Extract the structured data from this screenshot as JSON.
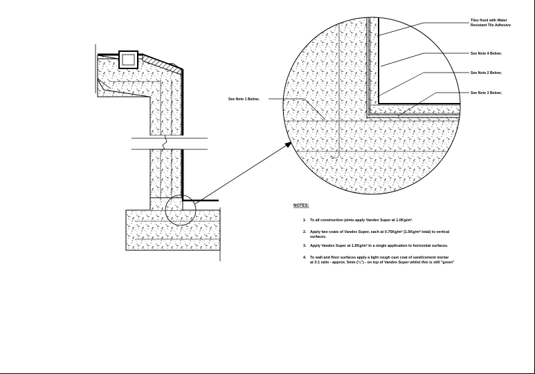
{
  "callouts": {
    "tiles": [
      "Tiles fixed with Water",
      "Resistant Tile Adhesive"
    ],
    "note4": "See Note 4 Below;",
    "note2": "See Note 2 Below;",
    "note3": "See Note 3 Below;",
    "note1": "See Note 1 Below;"
  },
  "notes": {
    "heading": "NOTES:",
    "items": [
      {
        "num": "1.",
        "lines": [
          "To all construction joints apply Vandex Super at 1.0Kg/m².",
          ""
        ]
      },
      {
        "num": "2.",
        "lines": [
          "Apply two coats of Vandex Super, each at 0.75Kg/m² (1.5Kg/m² total) to vertical",
          "surfaces."
        ]
      },
      {
        "num": "3.",
        "lines": [
          "Apply Vandex Super at 1.5Kg/m² in a single application to horizontal surfaces.",
          ""
        ]
      },
      {
        "num": "4.",
        "lines": [
          "To wall and floor surfaces apply a light rough cast coat of sand/cement mortar",
          "at 3:1 ratio - approx. 5mm (¼\") - on top of Vandex Super whilst this is still \"green\""
        ]
      }
    ]
  },
  "colors": {
    "line": "#000000",
    "background": "#ffffff"
  }
}
